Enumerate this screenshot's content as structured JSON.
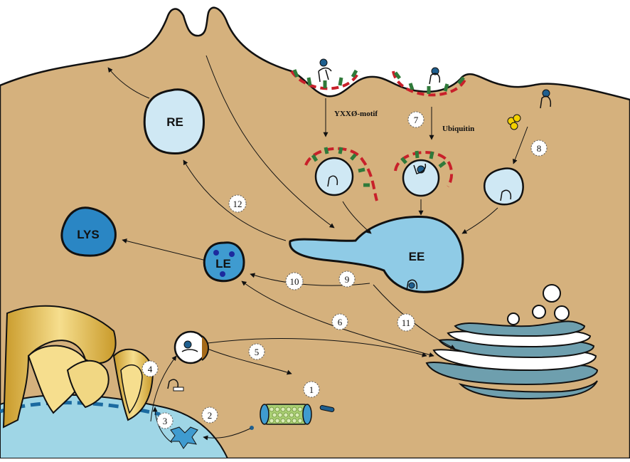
{
  "colors": {
    "cytoplasm": "#d5b17d",
    "outline": "#111111",
    "vesicle": "#cfe8f4",
    "early_endosome": "#8fcbe6",
    "late_endosome": "#3f9bd0",
    "lysosome": "#2a86c4",
    "nucleus": "#9fd6e6",
    "er_fold": "#f1d783",
    "golgi": "#6e9fae",
    "coat_red": "#c8202a",
    "coat_green": "#2f7a3a",
    "receptor": "#1f5f8f"
  },
  "organelles": {
    "re": "RE",
    "lys": "LYS",
    "le": "LE",
    "ee": "EE"
  },
  "motifs": {
    "yxxo": "YXXØ-motif",
    "ubiquitin": "Ubiquitin"
  },
  "steps": {
    "s1": "1",
    "s2": "2",
    "s3": "3",
    "s4": "4",
    "s5": "5",
    "s6": "6",
    "s7": "7",
    "s8": "8",
    "s9": "9",
    "s10": "10",
    "s11": "11",
    "s12": "12"
  }
}
